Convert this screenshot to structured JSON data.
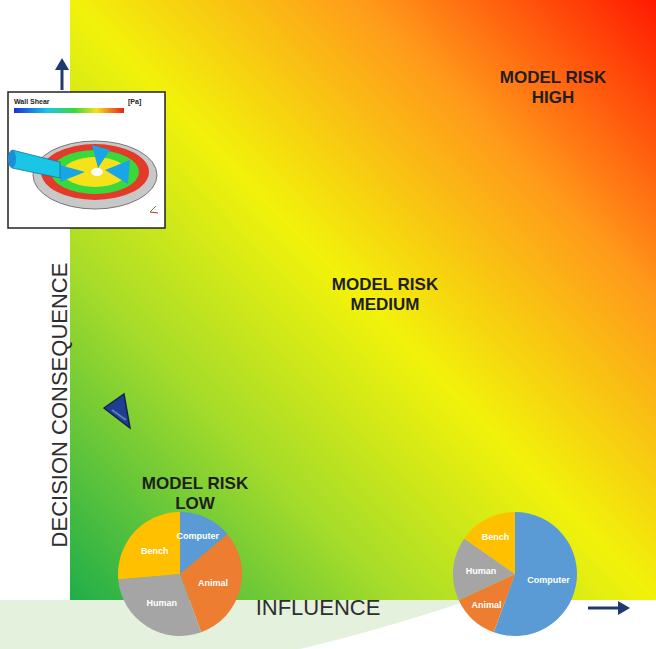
{
  "diagram": {
    "nodes": [
      {
        "text": [
          "Computer",
          "Animal",
          "Human",
          "Bench"
        ]
      },
      {
        "text": [
          "Computer",
          "Animal",
          "Human",
          "Bench"
        ]
      }
    ],
    "labels": [
      "MODEL RISK HIGH",
      "MODEL RISK MEDIUM",
      "MODEL RISK LOW",
      "DECISION CONSEQUENCE",
      "INFLUENCE",
      "Wall Shear",
      "[Pa]"
    ]
  }
}
